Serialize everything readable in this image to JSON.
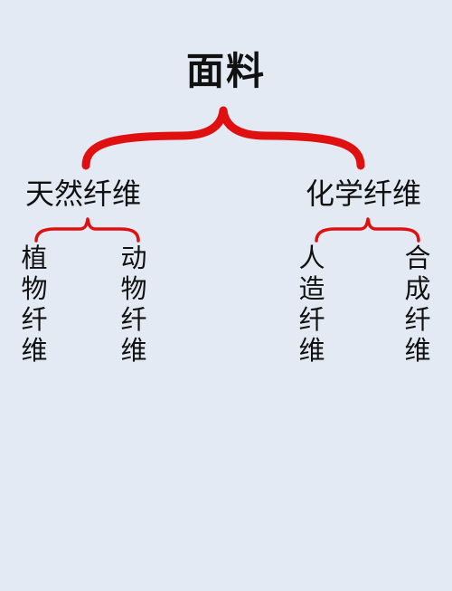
{
  "root": {
    "label": "面料"
  },
  "branches": [
    {
      "label": "天然纤维",
      "children": [
        {
          "label": "植物纤维"
        },
        {
          "label": "动物纤维"
        }
      ]
    },
    {
      "label": "化学纤维",
      "children": [
        {
          "label": "人造纤维"
        },
        {
          "label": "合成纤维"
        }
      ]
    }
  ],
  "colors": {
    "background": "#e3eaf3",
    "brace": "#e01010",
    "text": "#111111"
  }
}
